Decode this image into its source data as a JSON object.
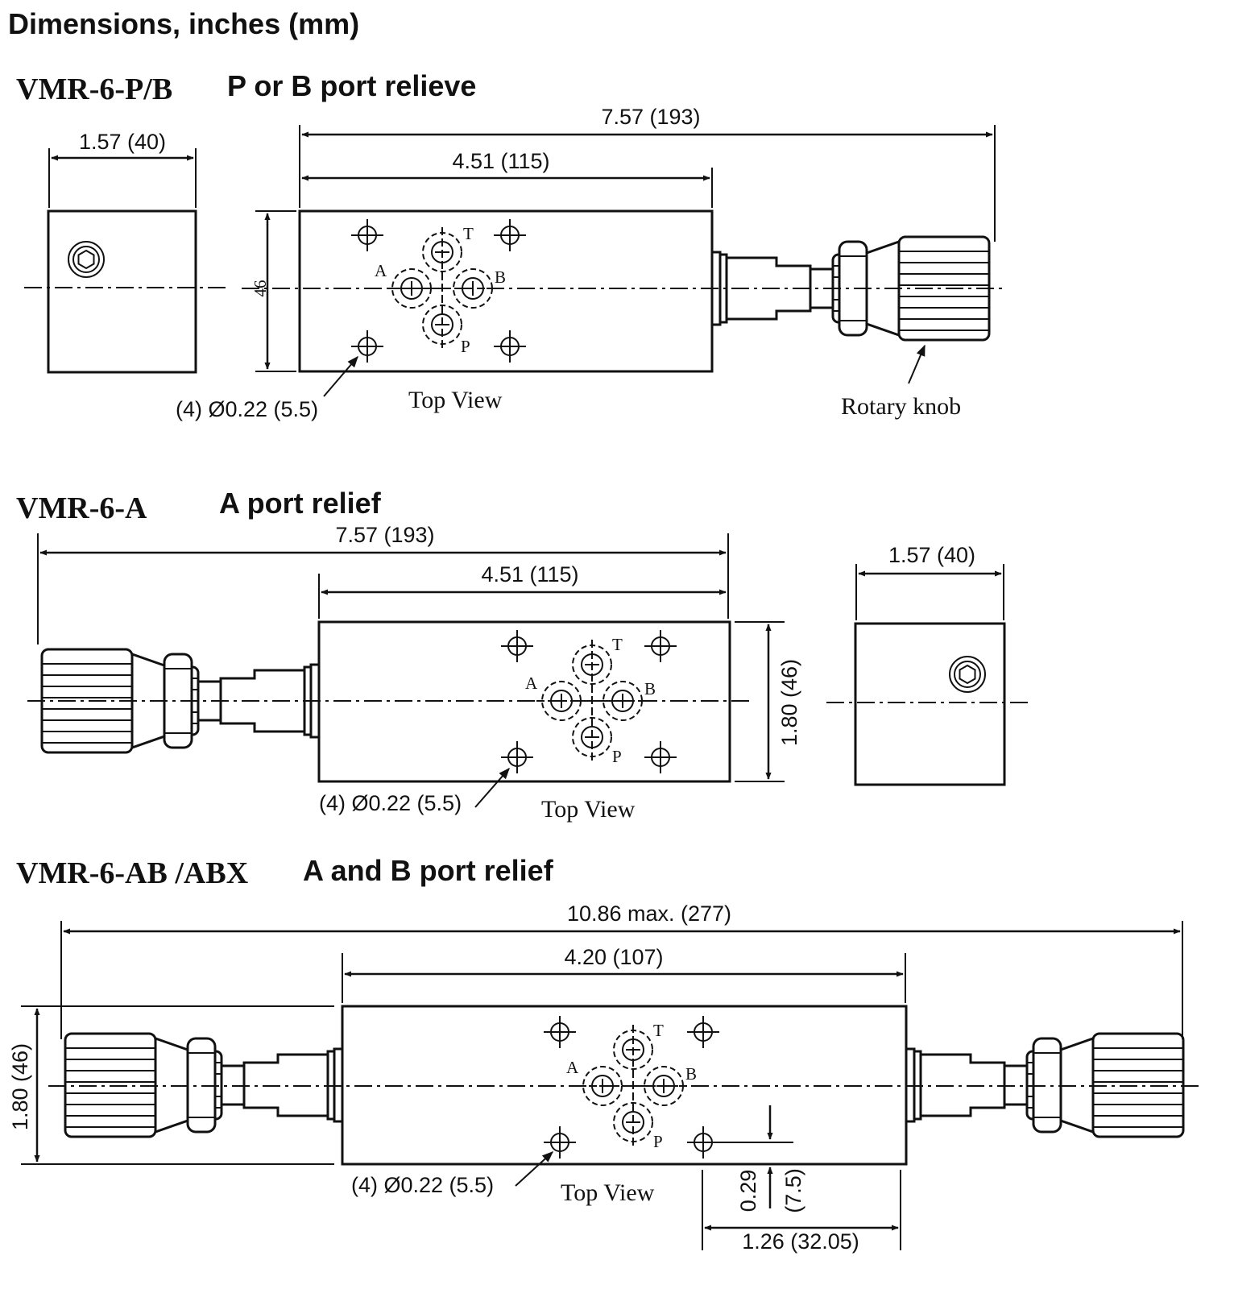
{
  "title": "Dimensions, inches (mm)",
  "views": [
    {
      "model": "VMR-6-P/B",
      "subtitle": "P or B port relieve",
      "overall": "7.57  (193)",
      "body_len": "4.51  (115)",
      "width": "1.57  (40)",
      "height": "46",
      "holes": "(4) Ø0.22 (5.5)",
      "view": "Top View",
      "knob": "Rotary knob"
    },
    {
      "model": "VMR-6-A",
      "subtitle": "A port relief",
      "overall": "7.57  (193)",
      "body_len": "4.51  (115)",
      "width": "1.57  (40)",
      "height": "1.80  (46)",
      "holes": "(4) Ø0.22 (5.5)",
      "view": "Top View"
    },
    {
      "model": "VMR-6-AB /ABX",
      "subtitle": "A and B port relief",
      "overall": "10.86 max.  (277)",
      "body_len": "4.20  (107)",
      "height": "1.80  (46)",
      "holes": "(4) Ø0.22 (5.5)",
      "view": "Top View",
      "offset_in": "0.29",
      "offset_mm": "(7.5)",
      "hole_spacing": "1.26  (32.05)"
    }
  ],
  "ports": {
    "a": "A",
    "b": "B",
    "p": "P",
    "t": "T"
  }
}
